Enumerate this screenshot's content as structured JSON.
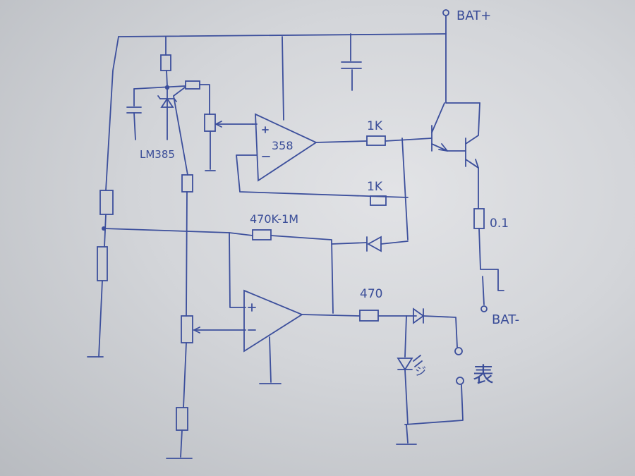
{
  "labels": {
    "bat_plus": "BAT+",
    "bat_minus": "BAT-",
    "lm385": "LM385",
    "opamp_upper_part": "358",
    "r_1k_top": "1K",
    "r_1k_feedback": "1K",
    "r_470k": "470K-1M",
    "r_shunt": "0.1",
    "r_470": "470",
    "meter": "表",
    "led_symbol": "ジ"
  },
  "colors": {
    "ink": "#3c4f9c",
    "paper": "#dcdde0"
  }
}
